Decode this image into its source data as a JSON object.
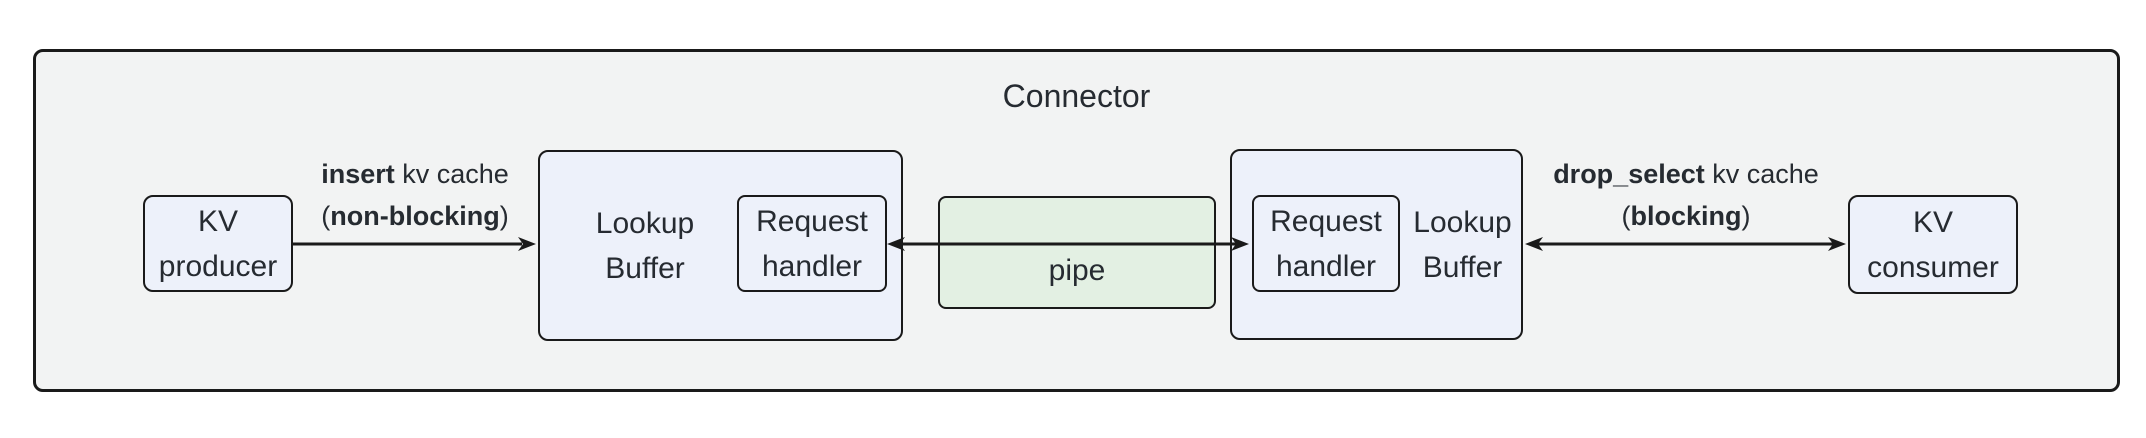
{
  "title": "Connector",
  "colors": {
    "page_bg": "#ffffff",
    "container_fill": "#f2f3f3",
    "node_fill": "#edf1fa",
    "pipe_fill": "#e3f0e3",
    "stroke": "#1a1a1a",
    "text": "#262b31"
  },
  "nodes": {
    "kv_producer": {
      "line1": "KV",
      "line2": "producer"
    },
    "lookup_buffer_left": {
      "line1": "Lookup",
      "line2": "Buffer"
    },
    "request_handler_left": {
      "line1": "Request",
      "line2": "handler"
    },
    "pipe": {
      "label": "pipe"
    },
    "request_handler_right": {
      "line1": "Request",
      "line2": "handler"
    },
    "lookup_buffer_right": {
      "line1": "Lookup",
      "line2": "Buffer"
    },
    "kv_consumer": {
      "line1": "KV",
      "line2": "consumer"
    }
  },
  "edges": {
    "insert": {
      "bold1": "insert",
      "rest1": " kv cache",
      "pre2": "(",
      "bold2": "non-blocking",
      "post2": ")"
    },
    "drop_select": {
      "bold1": "drop_select",
      "rest1": " kv cache",
      "pre2": "(",
      "bold2": "blocking",
      "post2": ")"
    }
  }
}
